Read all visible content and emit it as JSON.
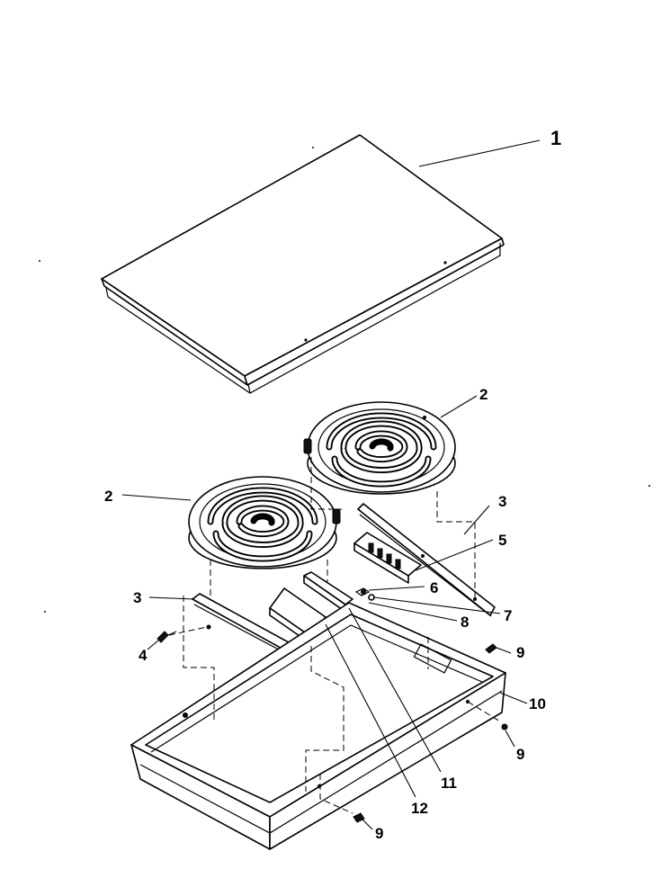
{
  "diagram": {
    "callouts": [
      {
        "id": "c1",
        "label": "1"
      },
      {
        "id": "c2a",
        "label": "2"
      },
      {
        "id": "c2b",
        "label": "2"
      },
      {
        "id": "c3a",
        "label": "3"
      },
      {
        "id": "c3b",
        "label": "3"
      },
      {
        "id": "c4",
        "label": "4"
      },
      {
        "id": "c5",
        "label": "5"
      },
      {
        "id": "c6",
        "label": "6"
      },
      {
        "id": "c7",
        "label": "7"
      },
      {
        "id": "c8",
        "label": "8"
      },
      {
        "id": "c9a",
        "label": "9"
      },
      {
        "id": "c9b",
        "label": "9"
      },
      {
        "id": "c9c",
        "label": "9"
      },
      {
        "id": "c10",
        "label": "10"
      },
      {
        "id": "c11",
        "label": "11"
      },
      {
        "id": "c12",
        "label": "12"
      }
    ]
  }
}
